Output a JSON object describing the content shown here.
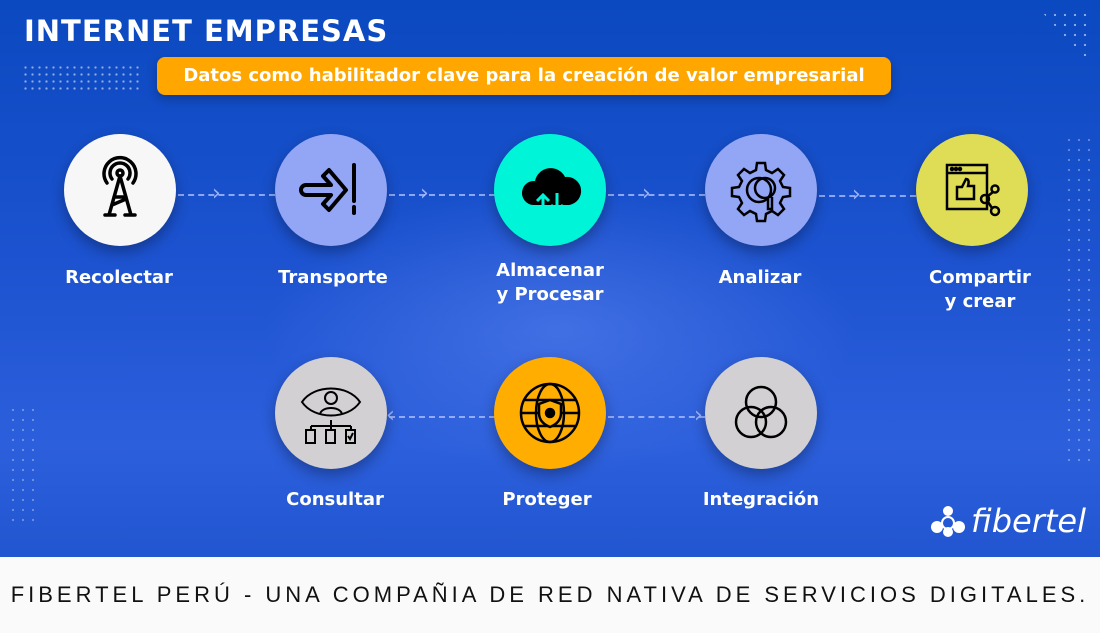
{
  "header": {
    "title": "INTERNET EMPRESAS",
    "subtitle": "Datos como habilitador clave para la creación de valor empresarial"
  },
  "steps": [
    {
      "label": "Recolectar",
      "icon": "antenna-tower-icon",
      "color": "#f7f7f7"
    },
    {
      "label": "Transporte",
      "icon": "arrow-right-to-line-icon",
      "color": "#93a5f5"
    },
    {
      "label_line1": "Almacenar",
      "label_line2": "y Procesar",
      "icon": "cloud-sync-icon",
      "color": "#00f5d8"
    },
    {
      "label": "Analizar",
      "icon": "gear-search-icon",
      "color": "#93a5f5"
    },
    {
      "label_line1": "Compartir",
      "label_line2": "y crear",
      "icon": "browser-like-share-icon",
      "color": "#dfdc55"
    }
  ],
  "secondary": [
    {
      "label": "Consultar",
      "icon": "user-documents-icon",
      "color": "#d2d0d2"
    },
    {
      "label": "Proteger",
      "icon": "globe-shield-icon",
      "color": "#ffad00"
    },
    {
      "label": "Integración",
      "icon": "venn-circles-icon",
      "color": "#d2d0d2"
    }
  ],
  "logo": {
    "text": "fibertel"
  },
  "footer": {
    "text": "FIBERTEL PERÚ - UNA COMPAÑIA DE RED NATIVA DE SERVICIOS DIGITALES."
  }
}
